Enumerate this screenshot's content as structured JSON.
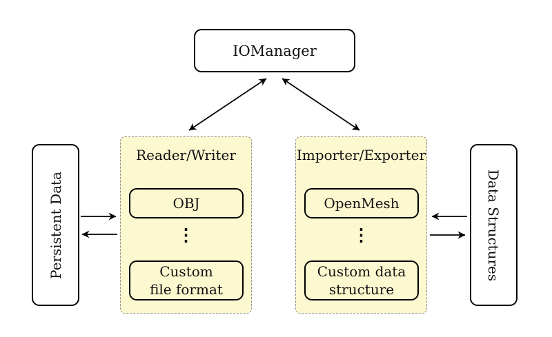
{
  "diagram": {
    "io_manager": {
      "label": "IOManager"
    },
    "persistent_data": {
      "label": "Persistent Data"
    },
    "data_structures": {
      "label": "Data Structures"
    },
    "reader_writer": {
      "title": "Reader/Writer",
      "top_item": "OBJ",
      "ellipsis": "⋮",
      "bottom_item_line1": "Custom",
      "bottom_item_line2": "file format"
    },
    "importer_exporter": {
      "title": "Importer/Exporter",
      "top_item": "OpenMesh",
      "ellipsis": "⋮",
      "bottom_item_line1": "Custom data",
      "bottom_item_line2": "structure"
    },
    "colors": {
      "background": "#FFFFFF",
      "panel_fill": "#FCF8CF",
      "panel_border": "#8E8E8E",
      "node_fill": "#FFFFFF",
      "node_border": "#000000",
      "arrow": "#000000"
    }
  }
}
